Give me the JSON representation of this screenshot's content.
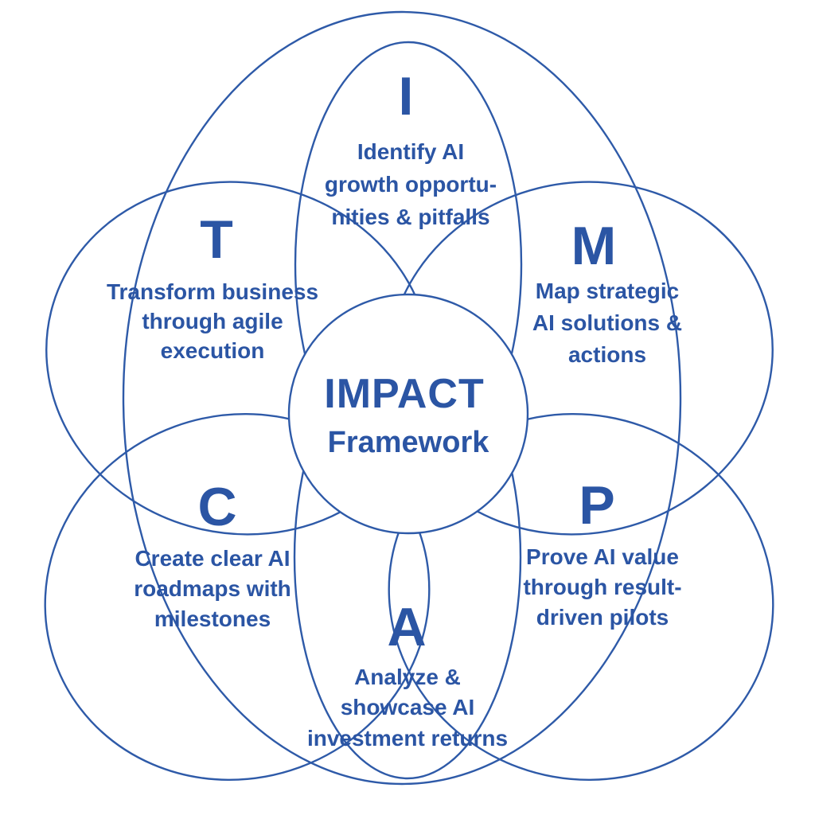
{
  "diagram": {
    "name": "IMPACT Framework flower diagram",
    "center": {
      "title": "IMPACT",
      "subtitle": "Framework"
    },
    "petals": [
      {
        "id": "identify",
        "letter": "I",
        "lines": [
          "Identify AI",
          "growth opportu-",
          "nities & pitfalls"
        ]
      },
      {
        "id": "map",
        "letter": "M",
        "lines": [
          "Map strategic",
          "AI solutions &",
          "actions"
        ]
      },
      {
        "id": "prove",
        "letter": "P",
        "lines": [
          "Prove AI value",
          "through result-",
          "driven pilots"
        ]
      },
      {
        "id": "analyze",
        "letter": "A",
        "lines": [
          "Analyze &",
          "showcase AI",
          "investment returns"
        ]
      },
      {
        "id": "create",
        "letter": "C",
        "lines": [
          "Create clear AI",
          "roadmaps with",
          "milestones"
        ]
      },
      {
        "id": "transform",
        "letter": "T",
        "lines": [
          "Transform business",
          "through agile",
          "execution"
        ]
      }
    ],
    "colors": {
      "stroke": "#2e5aa8",
      "text": "#2b55a4",
      "background": "#ffffff"
    }
  }
}
